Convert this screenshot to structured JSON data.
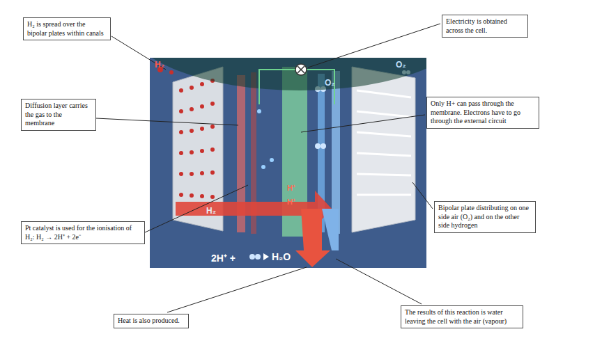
{
  "diagram": {
    "nodes": [
      {
        "text": [
          "H₂ is spread over the bipolar plates within canals"
        ]
      },
      {
        "text": [
          "Electricity is obtained across the cell."
        ]
      },
      {
        "text": [
          "Diffusion layer carries the gas to the membrane"
        ]
      },
      {
        "text": [
          "Only H+ can pass through the membrane. Electrons have to go through the external circuit"
        ]
      },
      {
        "text": [
          "Pt catalyst is used for the ionisation of H₂: H₂ → 2H⁺ + 2e⁻"
        ]
      },
      {
        "text": [
          "Bipolar plate distributing on one side air (O₂) and on the other side hydrogen"
        ]
      },
      {
        "text": [
          "Heat is also produced."
        ]
      },
      {
        "text": [
          "The results of this reaction is water leaving the cell with the air (vapour)"
        ]
      }
    ],
    "labels": [
      "H₂",
      "O₂",
      "O₂",
      "H₂",
      "H⁺",
      "H⁺",
      "2H⁺ +",
      "H₂O"
    ]
  }
}
